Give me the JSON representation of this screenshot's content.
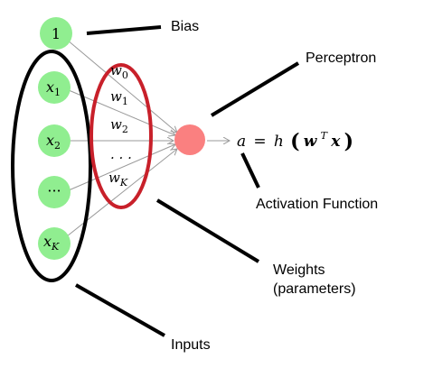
{
  "diagram": {
    "colors": {
      "input_node": "#90ee90",
      "perceptron_node": "#fa8080",
      "weights_ellipse": "#c8202a",
      "inputs_ellipse": "#000000",
      "connection": "#9a9a9a"
    },
    "bias_node": {
      "label": "1"
    },
    "input_nodes": {
      "x1": {
        "base": "x",
        "sub": "1"
      },
      "x2": {
        "base": "x",
        "sub": "2"
      },
      "dots": "···",
      "xK": {
        "base": "x",
        "sub": "K"
      }
    },
    "weights": {
      "w0": {
        "base": "w",
        "sub": "0"
      },
      "w1": {
        "base": "w",
        "sub": "1"
      },
      "w2": {
        "base": "w",
        "sub": "2"
      },
      "dots": ". . .",
      "wK": {
        "base": "w",
        "sub": "K"
      }
    },
    "formula": {
      "lhs": "a",
      "equals": "=",
      "func": "h",
      "open_paren": "(",
      "w": "w",
      "transpose": "T",
      "x": "x",
      "close_paren": ")"
    },
    "annotations": {
      "bias": "Bias",
      "perceptron": "Perceptron",
      "activation_function": "Activation Function",
      "weights_line1": "Weights",
      "weights_line2": "(parameters)",
      "inputs": "Inputs"
    }
  }
}
